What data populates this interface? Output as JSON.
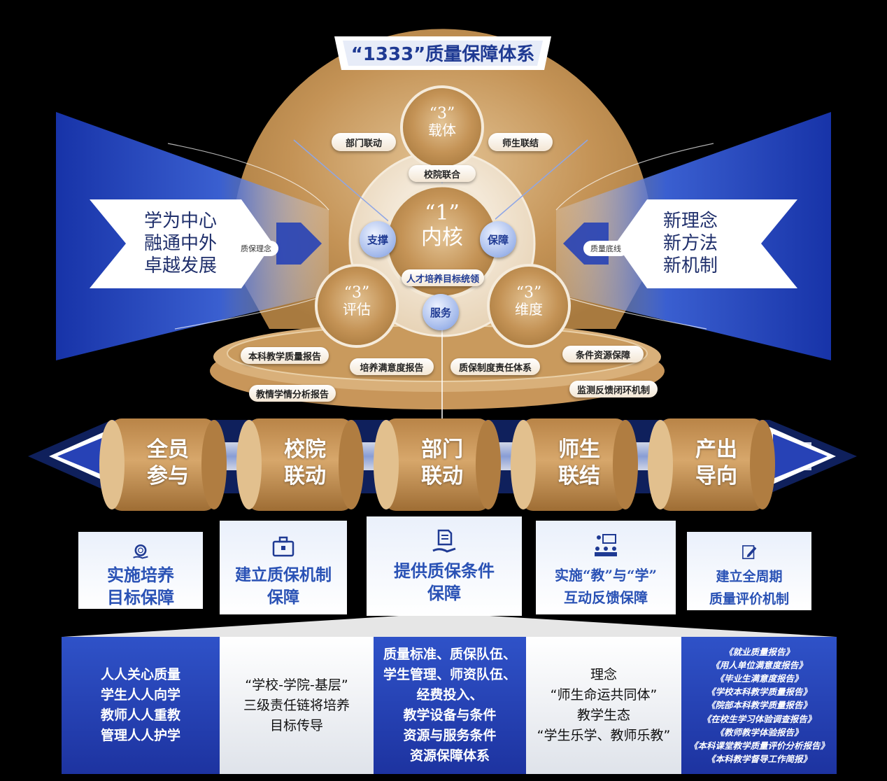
{
  "title": "“1333”质量保障体系",
  "top_circle": {
    "label": "“3”",
    "sub": "载体"
  },
  "left_circle": {
    "label": "“3”",
    "sub": "评估"
  },
  "right_circle": {
    "label": "“3”",
    "sub": "维度"
  },
  "core": {
    "label": "“1”",
    "sub": "内核",
    "tag": "人才培养目标统领"
  },
  "nodes": {
    "support": "支撑",
    "guarantee": "保障",
    "service": "服务"
  },
  "pills": {
    "dept_link": "部门联动",
    "teacher_student": "师生联结",
    "school_college": "校院联合",
    "undergrad_report": "本科教学质量报告",
    "satisfaction_report": "培养满意度报告",
    "qa_system": "质保制度责任体系",
    "condition_guarantee": "条件资源保障",
    "teaching_analysis": "教情学情分析报告",
    "feedback_loop": "监测反馈闭环机制"
  },
  "left_side": {
    "lines": [
      "学为中心",
      "融通中外",
      "卓越发展"
    ],
    "tag": "质保理念"
  },
  "right_side": {
    "lines": [
      "新理念",
      "新方法",
      "新机制"
    ],
    "tag": "质量底线"
  },
  "cylinders": [
    {
      "l1": "全员",
      "l2": "参与"
    },
    {
      "l1": "校院",
      "l2": "联动"
    },
    {
      "l1": "部门",
      "l2": "联动"
    },
    {
      "l1": "师生",
      "l2": "联结"
    },
    {
      "l1": "产出",
      "l2": "导向"
    }
  ],
  "cards": [
    {
      "l1": "实施培养",
      "l2": "目标保障",
      "icon": "lifebuoy-hand-icon"
    },
    {
      "l1": "建立质保机制",
      "l2": "保障",
      "icon": "briefcase-icon"
    },
    {
      "l1": "提供质保条件",
      "l2": "保障",
      "icon": "document-hand-icon"
    },
    {
      "l1": "实施“教”与“学”",
      "l2": "互动反馈保障",
      "icon": "classroom-icon"
    },
    {
      "l1": "建立全周期",
      "l2": "质量评价机制",
      "icon": "edit-document-icon"
    }
  ],
  "panels": {
    "p1": [
      "人人关心质量",
      "学生人人向学",
      "教师人人重教",
      "管理人人护学"
    ],
    "p2": [
      "“学校-学院-基层”",
      "三级责任链将培养",
      "目标传导"
    ],
    "p3": [
      "质量标准、质保队伍、",
      "学生管理、师资队伍、",
      "经费投入、",
      "教学设备与条件",
      "资源与服务条件",
      "资源保障体系"
    ],
    "p4": [
      "理念",
      "“师生命运共同体”",
      "教学生态",
      "“学生乐学、教师乐教”"
    ],
    "p5": [
      "《就业质量报告》",
      "《用人单位满意度报告》",
      "《毕业生满意度报告》",
      "《学校本科教学质量报告》",
      "《院部本科教学质量报告》",
      "《在校生学习体验调查报告》",
      "《教师教学体验报告》",
      "《本科课堂教学质量评价分析报告》",
      "《本科教学督导工作简报》"
    ]
  },
  "colors": {
    "gold": "#b98a4a",
    "blue": "#2742b6",
    "dark_bg": "#000000"
  }
}
